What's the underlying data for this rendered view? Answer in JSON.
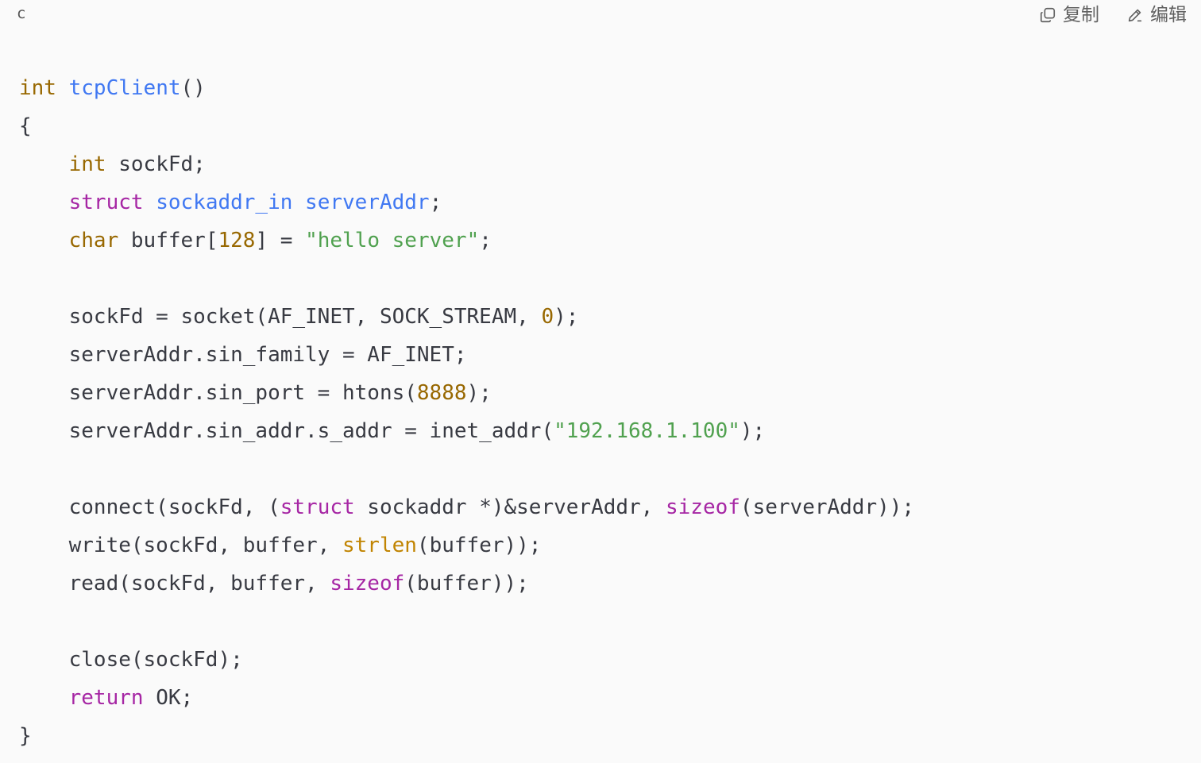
{
  "code_block": {
    "language": "c",
    "copy_label": "复制",
    "edit_label": "编辑",
    "icons": {
      "copy": "copy-icon",
      "edit": "edit-pencil-icon"
    },
    "colors": {
      "background": "#fafafa",
      "text": "#383a42",
      "type_keyword": "#986801",
      "keyword": "#a626a4",
      "function_name": "#4078f2",
      "number": "#986801",
      "string": "#50a14f",
      "builtin": "#c18401"
    },
    "lines": [
      [
        {
          "t": "int",
          "c": "kw-type"
        },
        {
          "t": " "
        },
        {
          "t": "tcpClient",
          "c": "fn"
        },
        {
          "t": "()"
        }
      ],
      [
        {
          "t": "{"
        }
      ],
      [
        {
          "t": "    "
        },
        {
          "t": "int",
          "c": "kw-type"
        },
        {
          "t": " sockFd;"
        }
      ],
      [
        {
          "t": "    "
        },
        {
          "t": "struct",
          "c": "kw"
        },
        {
          "t": " "
        },
        {
          "t": "sockaddr_in",
          "c": "fn"
        },
        {
          "t": " "
        },
        {
          "t": "serverAddr",
          "c": "fn"
        },
        {
          "t": ";"
        }
      ],
      [
        {
          "t": "    "
        },
        {
          "t": "char",
          "c": "kw-type"
        },
        {
          "t": " buffer["
        },
        {
          "t": "128",
          "c": "num"
        },
        {
          "t": "] = "
        },
        {
          "t": "\"hello server\"",
          "c": "str"
        },
        {
          "t": ";"
        }
      ],
      [
        {
          "t": ""
        }
      ],
      [
        {
          "t": "    sockFd = socket(AF_INET, SOCK_STREAM, "
        },
        {
          "t": "0",
          "c": "num"
        },
        {
          "t": ");"
        }
      ],
      [
        {
          "t": "    serverAddr.sin_family = AF_INET;"
        }
      ],
      [
        {
          "t": "    serverAddr.sin_port = htons("
        },
        {
          "t": "8888",
          "c": "num"
        },
        {
          "t": ");"
        }
      ],
      [
        {
          "t": "    serverAddr.sin_addr.s_addr = inet_addr("
        },
        {
          "t": "\"192.168.1.100\"",
          "c": "str"
        },
        {
          "t": ");"
        }
      ],
      [
        {
          "t": ""
        }
      ],
      [
        {
          "t": "    connect(sockFd, ("
        },
        {
          "t": "struct",
          "c": "kw"
        },
        {
          "t": " sockaddr *)&serverAddr, "
        },
        {
          "t": "sizeof",
          "c": "kw"
        },
        {
          "t": "(serverAddr));"
        }
      ],
      [
        {
          "t": "    write(sockFd, buffer, "
        },
        {
          "t": "strlen",
          "c": "bi"
        },
        {
          "t": "(buffer));"
        }
      ],
      [
        {
          "t": "    read(sockFd, buffer, "
        },
        {
          "t": "sizeof",
          "c": "kw"
        },
        {
          "t": "(buffer));"
        }
      ],
      [
        {
          "t": ""
        }
      ],
      [
        {
          "t": "    close(sockFd);"
        }
      ],
      [
        {
          "t": "    "
        },
        {
          "t": "return",
          "c": "kw"
        },
        {
          "t": " OK;"
        }
      ],
      [
        {
          "t": "}"
        }
      ]
    ]
  }
}
